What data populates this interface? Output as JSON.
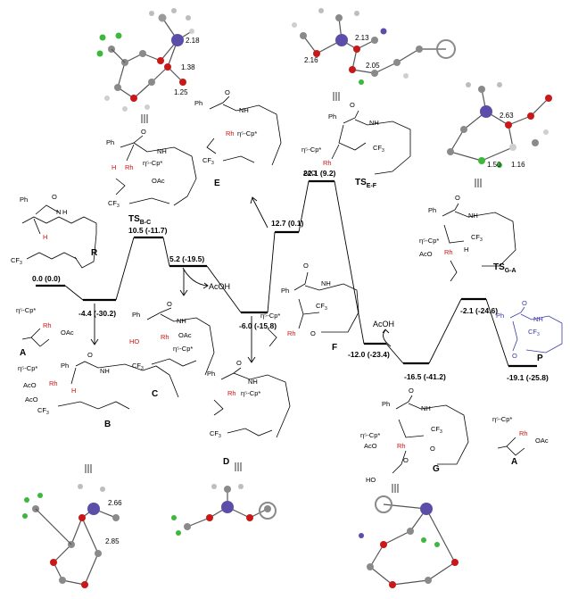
{
  "colors": {
    "red": "#d01010",
    "blue": "#3a3aa8",
    "metal": "#5a4ea8",
    "oxygen": "#c81818",
    "fluorine": "#3cb83c",
    "carbon": "#8a8a8a",
    "hydrogen": "#cfcfcf"
  },
  "energies": {
    "R": "0.0 (0.0)",
    "A": "-4.4 (-30.2)",
    "TS_BC": "10.5 (-11.7)",
    "C": "5.2 (-19.5)",
    "D": "-6.0 (-15.8)",
    "E": "12.7 (0.1)",
    "TS_EF": "22.1 (9.2)",
    "F": "-12.0 (-23.4)",
    "G": "-16.5 (-41.2)",
    "TS_GA": "-2.1 (-24.6)",
    "P": "-19.1 (-25.8)"
  },
  "labels": {
    "R": "R",
    "A": "A",
    "B": "B",
    "C": "C",
    "D": "D",
    "E": "E",
    "F": "F",
    "G": "G",
    "P": "P",
    "A2": "A",
    "TS_BC_main": "TS",
    "TS_BC_sub": "B-C",
    "TS_EF_main": "TS",
    "TS_EF_sub": "E-F",
    "TS_GA_main": "TS",
    "TS_GA_sub": "G-A",
    "AcOH_1": "AcOH",
    "AcOH_2": "AcOH"
  },
  "chem": {
    "Ph": "Ph",
    "O": "O",
    "N": "N",
    "H": "H",
    "CF3": "CF",
    "three": "3",
    "Rh": "Rh",
    "OAc": "OAc",
    "AcO": "AcO",
    "Cp": "η⁵-Cp*",
    "HO": "HO",
    "Ac": "Ac",
    "OH_red": "OH",
    "H_red": "H"
  },
  "distances": {
    "tsbc_a": "2.18",
    "tsbc_b": "1.38",
    "tsbc_c": "1.25",
    "tsef_a": "2.13",
    "tsef_b": "2.16",
    "tsef_c": "2.05",
    "tsga_a": "2.63",
    "tsga_b": "1.50",
    "tsga_c": "1.16",
    "b_a": "2.66",
    "b_b": "2.85"
  }
}
